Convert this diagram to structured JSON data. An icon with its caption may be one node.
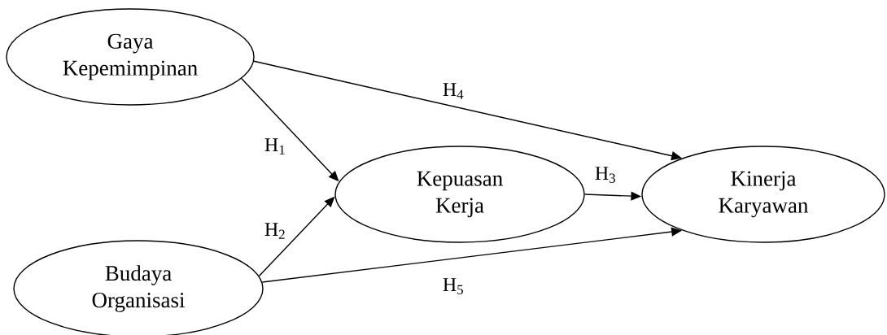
{
  "diagram": {
    "nodes": [
      {
        "text": [
          "Gaya Kepemimpinan"
        ]
      },
      {
        "text": [
          "Budaya Organisasi"
        ]
      },
      {
        "text": [
          "Kepuasan Kerja"
        ]
      },
      {
        "text": [
          "Kinerja Karyawan"
        ]
      }
    ],
    "edges": [
      {
        "from": 0,
        "to": 2,
        "arrow": "to",
        "label": "H$_{1}$"
      },
      {
        "from": 1,
        "to": 2,
        "arrow": "to",
        "label": "H$_{2}$"
      },
      {
        "from": 2,
        "to": 3,
        "arrow": "to",
        "label": "H$_{3}$"
      },
      {
        "from": 0,
        "to": 3,
        "arrow": "to",
        "label": "H$_{4}$"
      },
      {
        "from": 1,
        "to": 3,
        "arrow": "to",
        "label": "H$_{5}$"
      }
    ]
  }
}
